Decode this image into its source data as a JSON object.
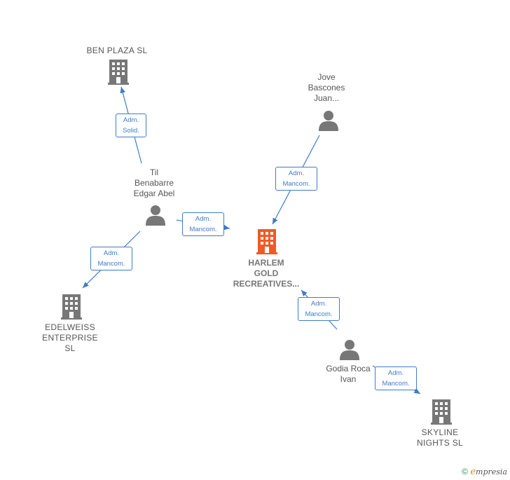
{
  "nodes": {
    "ben_plaza": {
      "label": "BEN PLAZA  SL",
      "kind": "company"
    },
    "jove": {
      "label": "Jove\nBascones\nJuan...",
      "kind": "person"
    },
    "til": {
      "label": "Til\nBenabarre\nEdgar Abel",
      "kind": "person"
    },
    "harlem": {
      "label": "HARLEM\nGOLD\nRECREATIVES...",
      "kind": "company-focus"
    },
    "edelweiss": {
      "label": "EDELWEISS\nENTERPRISE\nSL",
      "kind": "company"
    },
    "godia": {
      "label": "Godia Roca\nIvan",
      "kind": "person"
    },
    "skyline": {
      "label": "SKYLINE\nNIGHTS  SL",
      "kind": "company"
    }
  },
  "edges": [
    {
      "id": "til-benplaza",
      "label": "Adm.\nSolid."
    },
    {
      "id": "jove-harlem",
      "label": "Adm.\nMancom."
    },
    {
      "id": "til-harlem",
      "label": "Adm.\nMancom."
    },
    {
      "id": "til-edelweiss",
      "label": "Adm.\nMancom."
    },
    {
      "id": "godia-harlem",
      "label": "Adm.\nMancom."
    },
    {
      "id": "godia-skyline",
      "label": "Adm.\nMancom."
    }
  ],
  "colors": {
    "edge": "#3d7cc9",
    "icon": "#777777",
    "focus_icon": "#f05a28"
  },
  "footer": {
    "copyright": "©",
    "brand_initial": "e",
    "brand_rest": "mpresia"
  }
}
